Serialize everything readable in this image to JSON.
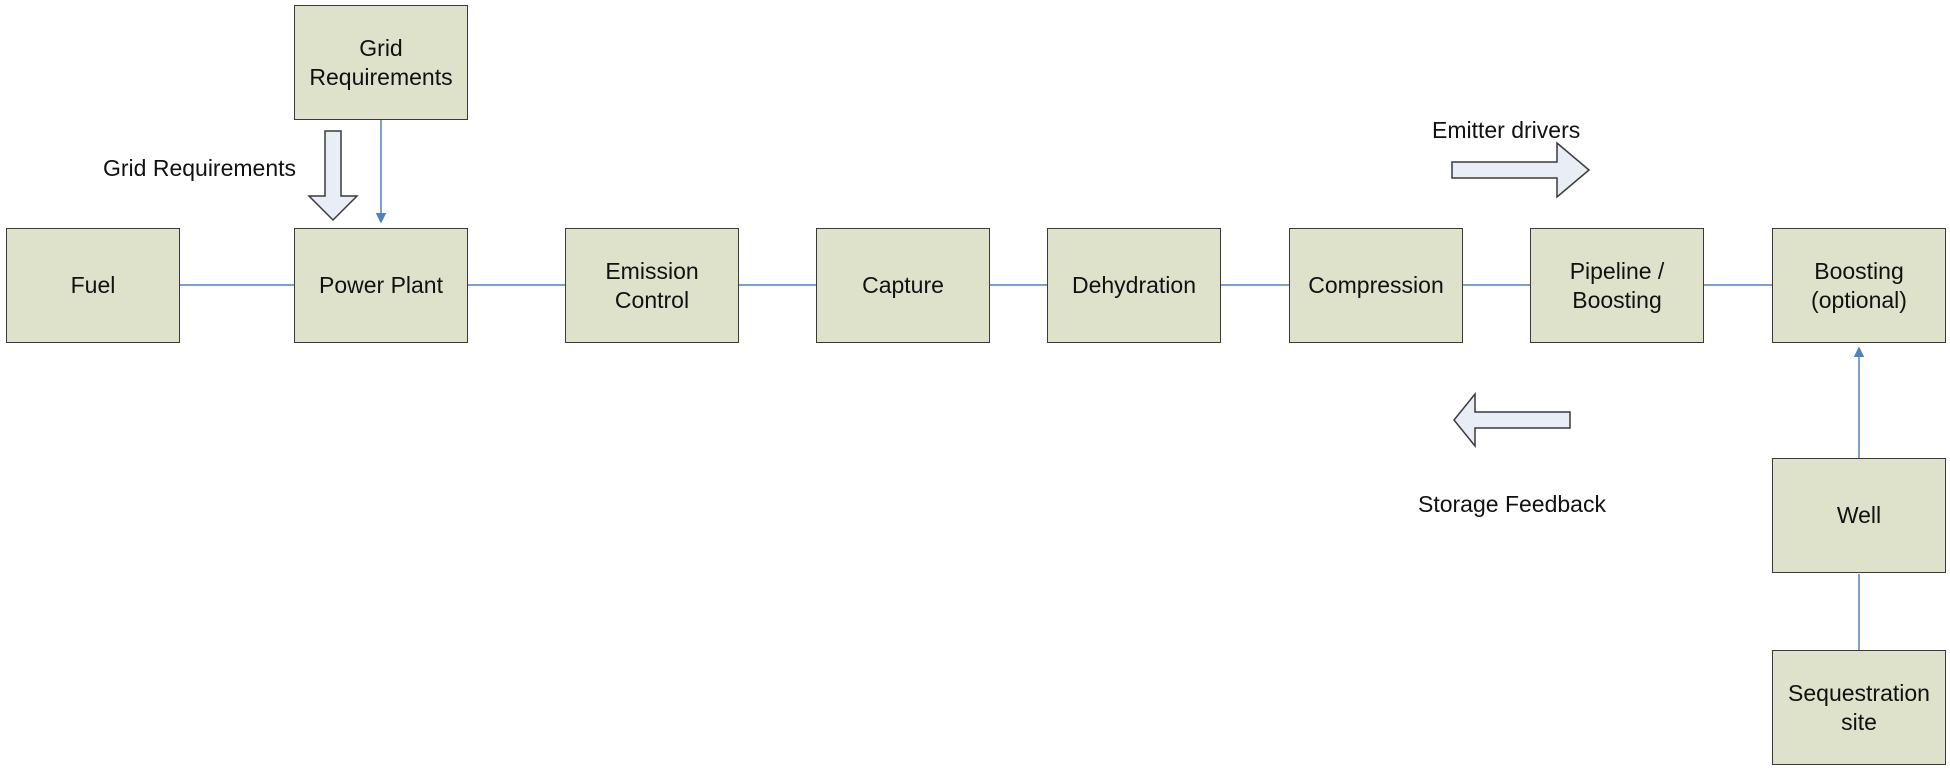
{
  "boxes": {
    "grid_requirements": "Grid\nRequirements",
    "fuel": "Fuel",
    "power_plant": "Power Plant",
    "emission_control": "Emission\nControl",
    "capture": "Capture",
    "dehydration": "Dehydration",
    "compression": "Compression",
    "pipeline_boosting": "Pipeline /\nBoosting",
    "boosting_optional": "Boosting\n(optional)",
    "well": "Well",
    "sequestration_site": "Sequestration\nsite"
  },
  "labels": {
    "grid_requirements": "Grid Requirements",
    "emitter_drivers": "Emitter drivers",
    "storage_feedback": "Storage Feedback"
  },
  "colors": {
    "box_fill": "#dee2cb",
    "box_border": "#3a3a3a",
    "connector": "#4f81bd",
    "block_arrow_fill": "#e9eef6"
  }
}
